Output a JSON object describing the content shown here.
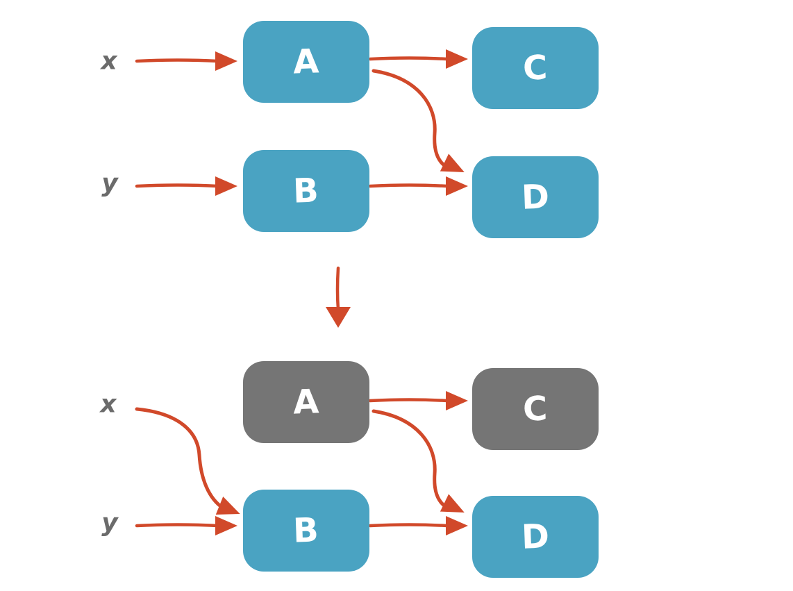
{
  "colors": {
    "node_active": "#4aa3c2",
    "node_inactive": "#757575",
    "arrow": "#d1492a",
    "io_label": "#6b6b6b",
    "node_text": "#ffffff",
    "background": "#ffffff"
  },
  "before": {
    "inputs": [
      {
        "label": "x"
      },
      {
        "label": "y"
      }
    ],
    "nodes": [
      {
        "label": "A",
        "state": "active"
      },
      {
        "label": "B",
        "state": "active"
      },
      {
        "label": "C",
        "state": "active"
      },
      {
        "label": "D",
        "state": "active"
      }
    ],
    "edges": [
      {
        "from": "x",
        "to": "A"
      },
      {
        "from": "y",
        "to": "B"
      },
      {
        "from": "A",
        "to": "C"
      },
      {
        "from": "A",
        "to": "D"
      },
      {
        "from": "B",
        "to": "D"
      }
    ]
  },
  "transition": {
    "icon": "arrow-down"
  },
  "after": {
    "inputs": [
      {
        "label": "x"
      },
      {
        "label": "y"
      }
    ],
    "nodes": [
      {
        "label": "A",
        "state": "inactive"
      },
      {
        "label": "B",
        "state": "active"
      },
      {
        "label": "C",
        "state": "inactive"
      },
      {
        "label": "D",
        "state": "active"
      }
    ],
    "edges": [
      {
        "from": "x",
        "to": "B"
      },
      {
        "from": "y",
        "to": "B"
      },
      {
        "from": "A",
        "to": "C"
      },
      {
        "from": "A",
        "to": "D"
      },
      {
        "from": "B",
        "to": "D"
      }
    ]
  }
}
